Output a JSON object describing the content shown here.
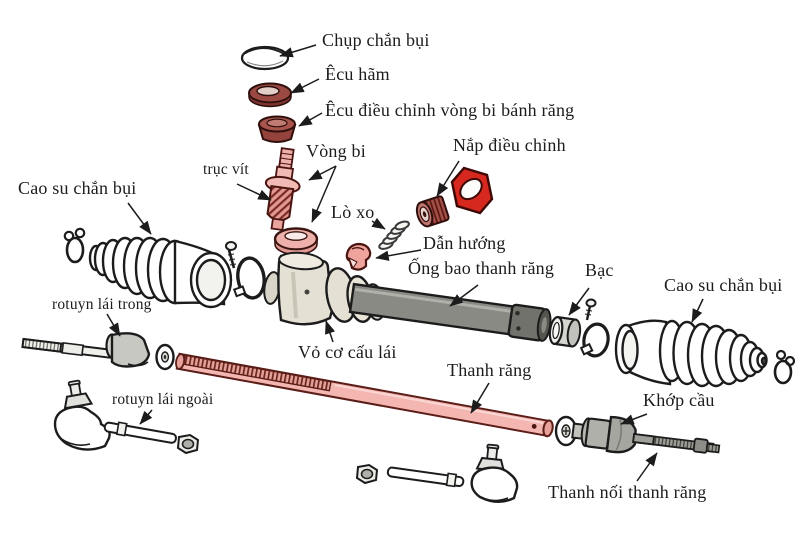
{
  "diagram": {
    "background": "#ffffff",
    "ink": "#1c1c1c",
    "palette": {
      "pink": "#f0b2ac",
      "pink_dark": "#dd928c",
      "maroon": "#9a4a43",
      "bright_red": "#d6281f",
      "tube_gray": "#8a8a85",
      "housing_beige": "#e4e0d4",
      "metal_gray": "#c9c9c3",
      "rack_pink": "#f3b6b0",
      "teeth_red": "#6b241d"
    },
    "labels": {
      "chup_chan_bui": "Chụp chắn bụi",
      "ecu_ham": "Êcu hãm",
      "ecu_dieu_chinh": "Êcu điều chỉnh vòng bi bánh răng",
      "vong_bi": "Vòng bi",
      "nap_dieu_chinh": "Nắp điều chỉnh",
      "truc_vit": "trục vít",
      "lo_xo": "Lò xo",
      "dan_huong": "Dẫn hướng",
      "ong_bao_thanh_rang": "Ống bao thanh răng",
      "bac": "Bạc",
      "cao_su_chan_bui_trai": "Cao su chắn bụi",
      "cao_su_chan_bui_phai": "Cao su chắn bụi",
      "rotuyn_lai_trong": "rotuyn lái trong",
      "vo_co_cau_lai": "Vỏ cơ cấu lái",
      "thanh_rang": "Thanh răng",
      "rotuyn_lai_ngoai": "rotuyn lái ngoài",
      "khop_cau": "Khớp cầu",
      "thanh_noi_thanh_rang": "Thanh nối thanh răng"
    }
  }
}
